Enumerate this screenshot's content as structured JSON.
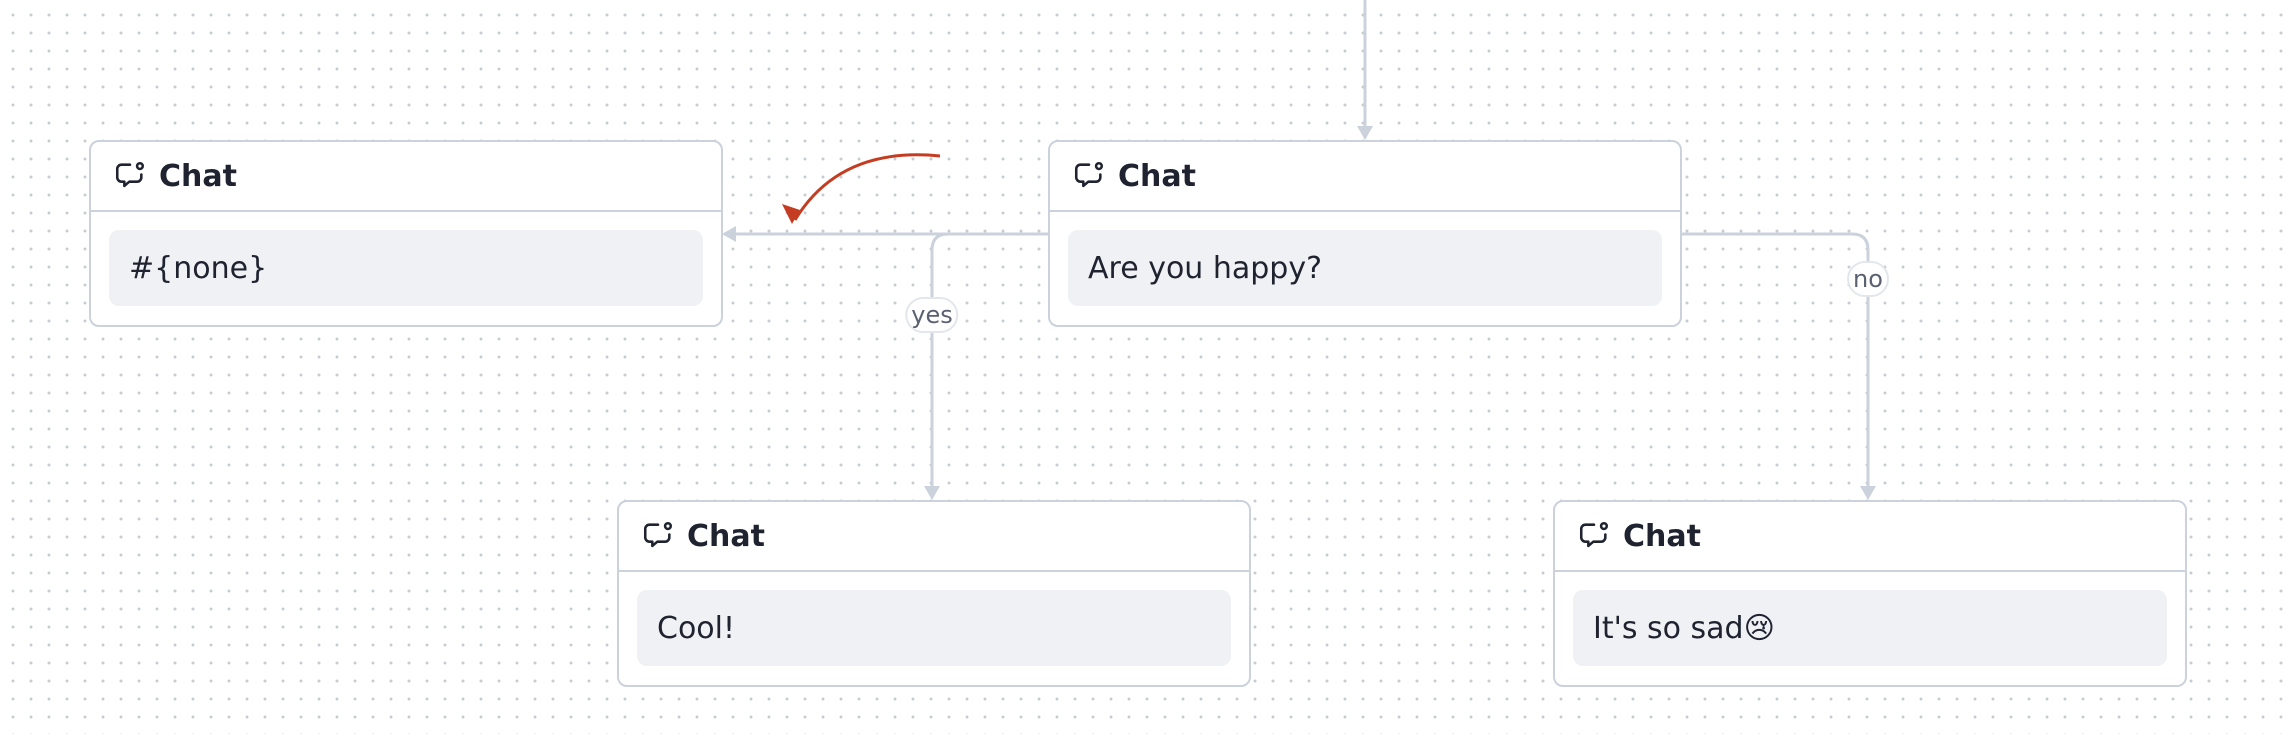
{
  "nodes": [
    {
      "id": "start",
      "title": "Chat",
      "message": "Are you happy?",
      "icon": "chat-bubble-icon"
    },
    {
      "id": "fallback",
      "title": "Chat",
      "message": "#{none}",
      "icon": "chat-bubble-icon"
    },
    {
      "id": "yes_target",
      "title": "Chat",
      "message": "Cool!",
      "icon": "chat-bubble-icon"
    },
    {
      "id": "no_target",
      "title": "Chat",
      "message": "It's so sad😢",
      "icon": "chat-bubble-icon"
    }
  ],
  "edges": [
    {
      "from": "incoming",
      "to": "start",
      "label": ""
    },
    {
      "from": "start",
      "to": "fallback",
      "label": ""
    },
    {
      "from": "start",
      "to": "yes_target",
      "label": "yes"
    },
    {
      "from": "start",
      "to": "no_target",
      "label": "no"
    }
  ],
  "colors": {
    "edge": "#cbd2dc",
    "node_border": "#cbd2dc",
    "message_bg": "#f0f1f4",
    "annotation_arrow": "#c43d22",
    "grid_dot": "#c5cad3"
  }
}
